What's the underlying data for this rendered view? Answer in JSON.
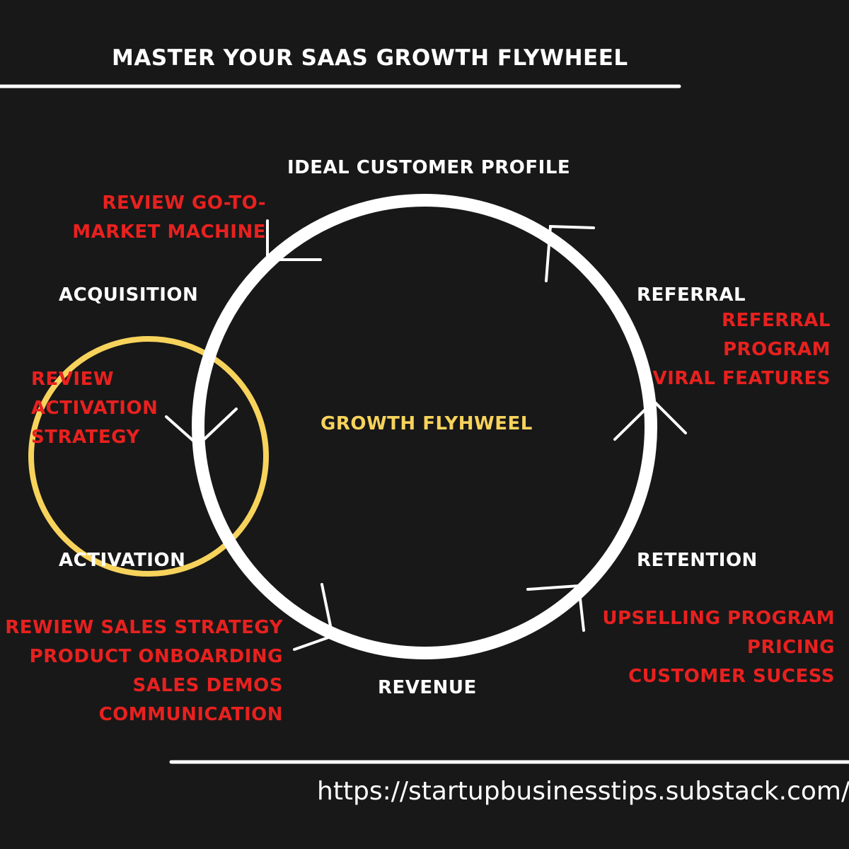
{
  "title": "MASTER YOUR SAAS GROWTH FLYWHEEL",
  "center_label": "GROWTH FLYHWEEL",
  "stages": {
    "ideal_customer_profile": "IDEAL CUSTOMER PROFILE",
    "acquisition": "ACQUISITION",
    "activation": "ACTIVATION",
    "revenue": "REVENUE",
    "retention": "RETENTION",
    "referral": "REFERRAL"
  },
  "notes": {
    "go_to_market": [
      "REVIEW GO-TO-",
      "MARKET MACHINE"
    ],
    "activation_strategy": [
      "REVIEW",
      "ACTIVATION",
      "STRATEGY"
    ],
    "referral": [
      "REFERRAL",
      "PROGRAM",
      "VIRAL FEATURES"
    ],
    "retention": [
      "UPSELLING PROGRAM",
      "PRICING",
      "CUSTOMER SUCESS"
    ],
    "revenue": [
      "REWIEW SALES STRATEGY",
      "PRODUCT ONBOARDING",
      "SALES DEMOS",
      "COMMUNICATION"
    ]
  },
  "footer_url": "https://startupbusinesstips.substack.com/",
  "colors": {
    "background": "#181818",
    "stage_text": "#ffffff",
    "note_text": "#e8211f",
    "accent_yellow": "#f7d35c",
    "flywheel_ring": "#ffffff"
  }
}
